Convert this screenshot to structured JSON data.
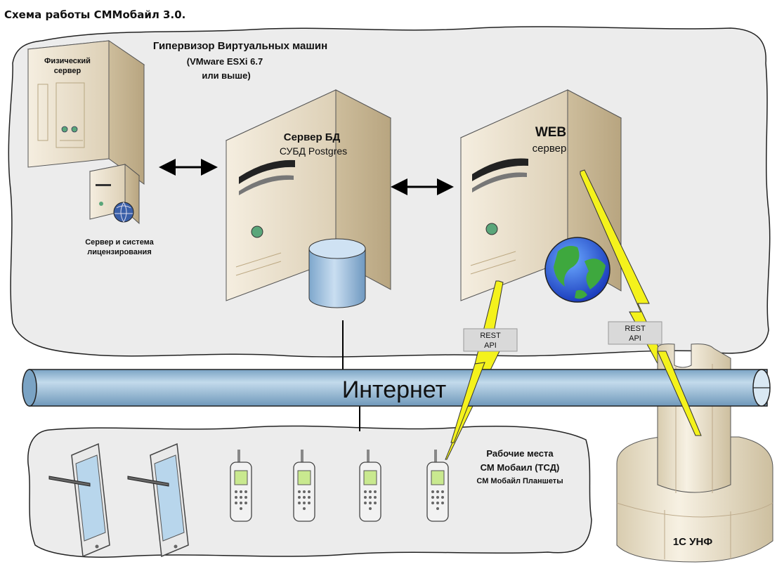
{
  "title": "Схема работы СММобайл 3.0.",
  "hypervisor": {
    "line1": "Гипервизор Виртуальных машин",
    "line2": "(VMware ESXi 6.7",
    "line3": "или выше)"
  },
  "physical_server": {
    "line1": "Физический",
    "line2": "сервер"
  },
  "license_server": {
    "line1": "Сервер и система",
    "line2": "лицензирования"
  },
  "db_server": {
    "line1": "Сервер БД",
    "line2": "СУБД Postgres"
  },
  "web_server": {
    "line1": "WEB",
    "line2": "сервер"
  },
  "rest_api_left": {
    "line1": "REST",
    "line2": "API"
  },
  "rest_api_right": {
    "line1": "REST",
    "line2": "API"
  },
  "internet": "Интернет",
  "workplaces": {
    "line1": "Рабочие места",
    "line2": "СМ Мобаил (ТСД)",
    "line3": "СМ Мобайл Планшеты"
  },
  "unf": "1С УНФ",
  "colors": {
    "cloud_fill": "#ececec",
    "server_body": "#ece2cf",
    "pipe": "#a9c9df",
    "lightning": "#f4f21c",
    "tag_bg": "#d9d9d9",
    "db_cylinder": "#a7c8e6"
  }
}
